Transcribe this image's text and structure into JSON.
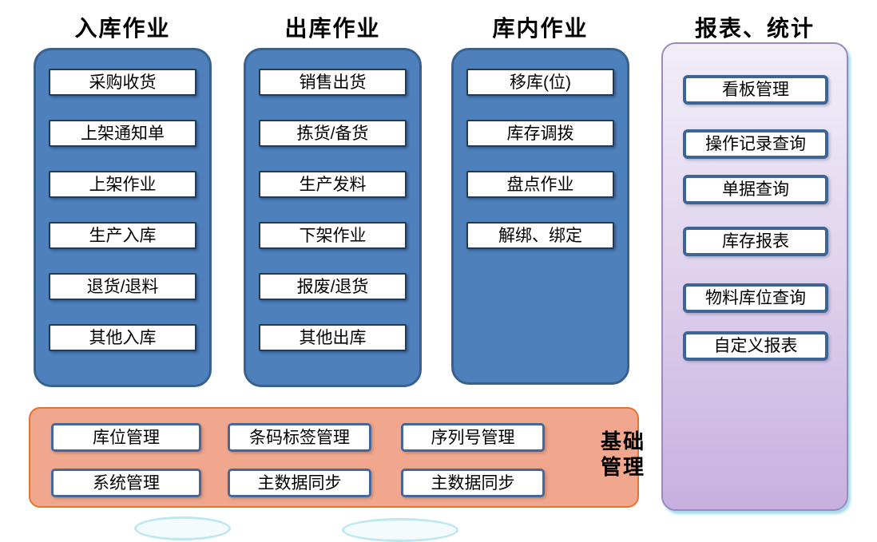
{
  "columns": [
    {
      "title": "入库作业",
      "variant": "blue",
      "items": [
        "采购收货",
        "上架通知单",
        "上架作业",
        "生产入库",
        "退货/退料",
        "其他入库"
      ]
    },
    {
      "title": "出库作业",
      "variant": "blue",
      "items": [
        "销售出货",
        "拣货/备货",
        "生产发料",
        "下架作业",
        "报废/退货",
        "其他出库"
      ]
    },
    {
      "title": "库内作业",
      "variant": "blue",
      "items": [
        "移库(位)",
        "库存调拨",
        "盘点作业",
        "解绑、绑定"
      ]
    },
    {
      "title": "报表、统计",
      "variant": "purple",
      "items": [
        "看板管理",
        "操作记录查询",
        "单据查询",
        "库存报表",
        "物料库位查询",
        "自定义报表"
      ]
    }
  ],
  "base": {
    "label": "基础管理",
    "label_lines": [
      "基础",
      "管理"
    ],
    "groups": [
      [
        "库位管理",
        "系统管理"
      ],
      [
        "条码标签管理",
        "主数据同步"
      ],
      [
        "序列号管理",
        "主数据同步"
      ]
    ]
  },
  "colors": {
    "panel_blue": "#4E80BC",
    "panel_blue_border": "#39618E",
    "panel_purple_top": "#F2EDF8",
    "panel_purple_bottom": "#C7B0DF",
    "panel_purple_border": "#9C88C0",
    "panel_orange": "#F0A78D",
    "panel_orange_border": "#E8732E",
    "node_border_navy": "#1F3C5F",
    "node_border_slate": "#3C6595",
    "cyan_shadow": "#A8DCE7",
    "text": "#000000"
  }
}
